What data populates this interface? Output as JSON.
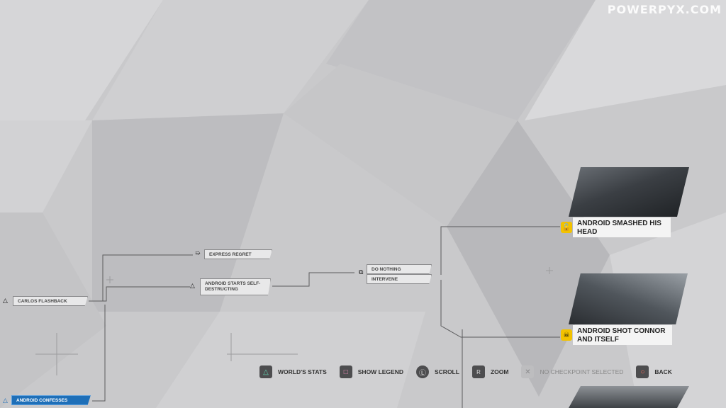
{
  "watermark": "POWERPYX.COM",
  "nodes": {
    "carlos_flashback": "CARLOS FLASHBACK",
    "express_regret": "EXPRESS REGRET",
    "self_destruct": "ANDROID STARTS SELF-DESTRUCTING",
    "do_nothing": "DO NOTHING",
    "intervene": "INTERVENE",
    "android_confesses": "ANDROID CONFESSES"
  },
  "endings": {
    "smashed": "ANDROID SMASHED HIS HEAD",
    "shot": "ANDROID SHOT CONNOR AND ITSELF"
  },
  "footer": {
    "worlds_stats": "WORLD'S STATS",
    "show_legend": "SHOW LEGEND",
    "scroll": "SCROLL",
    "zoom": "ZOOM",
    "no_checkpoint": "NO CHECKPOINT SELECTED",
    "back": "BACK"
  },
  "footer_keys": {
    "zoom": "R"
  },
  "colors": {
    "accent_blue": "#1e6fb8",
    "badge_yellow": "#f2c200",
    "triangle": "#5fd3b0",
    "square": "#e58ab5",
    "circle": "#ff6d5a"
  }
}
